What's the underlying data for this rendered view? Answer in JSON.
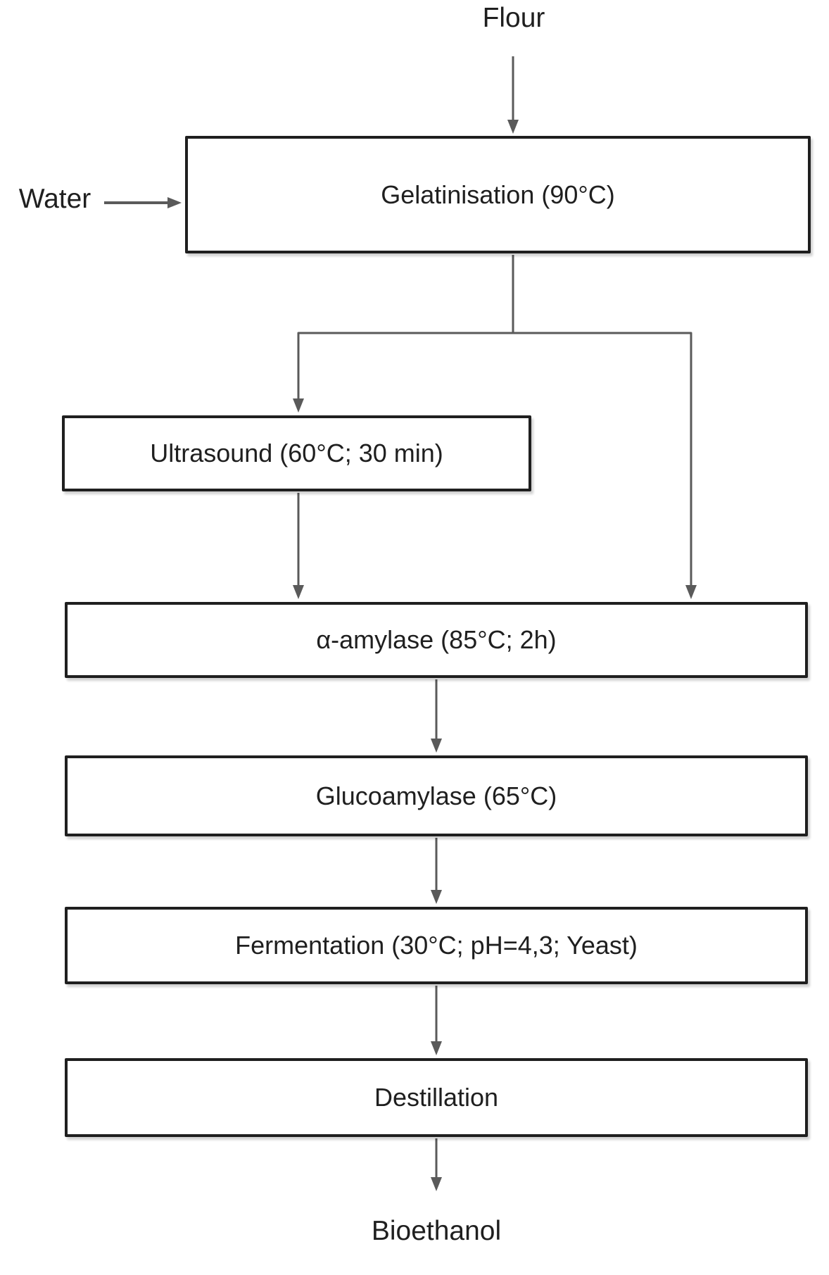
{
  "flowchart": {
    "source_label": "Flour",
    "side_input_label": "Water",
    "steps": {
      "gelatinisation": "Gelatinisation (90°C)",
      "ultrasound": "Ultrasound (60°C; 30 min)",
      "alpha_amylase": "α-amylase (85°C; 2h)",
      "glucoamylase": "Glucoamylase (65°C)",
      "fermentation": "Fermentation (30°C; pH=4,3; Yeast)",
      "destillation": "Destillation"
    },
    "product_label": "Bioethanol",
    "colors": {
      "box_border": "#1f1f1f",
      "box_fill": "#ffffff",
      "connector": "#5a5a5a",
      "text": "#1f1f1f",
      "background": "#ffffff"
    }
  }
}
